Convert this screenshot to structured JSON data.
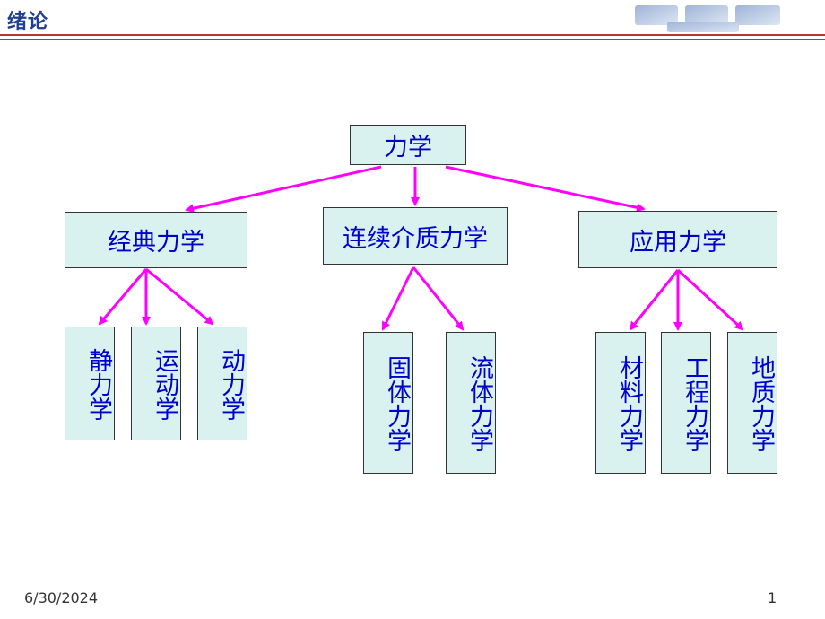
{
  "header": {
    "title": "绪论"
  },
  "diagram": {
    "root": "力学",
    "branches": [
      {
        "label": "经典力学",
        "children": [
          "静力学",
          "运动学",
          "动力学"
        ]
      },
      {
        "label": "连续介质力学",
        "children": [
          "固体力学",
          "流体力学"
        ]
      },
      {
        "label": "应用力学",
        "children": [
          "材料力学",
          "工程力学",
          "地质力学"
        ]
      }
    ],
    "arrow_color": "#ff00ff",
    "box_fill": "#d9f1ef",
    "text_color": "#0000cc"
  },
  "footer": {
    "date": "6/30/2024",
    "page": "1"
  }
}
